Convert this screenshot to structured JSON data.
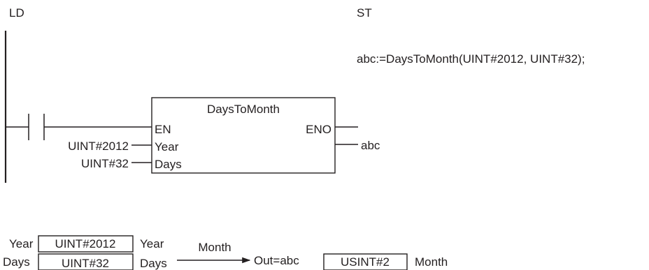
{
  "labels": {
    "ld": "LD",
    "st": "ST"
  },
  "st_code": "abc:=DaysToMonth(UINT#2012, UINT#32);",
  "function_block": {
    "name": "DaysToMonth",
    "en": "EN",
    "eno": "ENO",
    "inputs": [
      {
        "pin": "Year",
        "arg": "UINT#2012"
      },
      {
        "pin": "Days",
        "arg": "UINT#32"
      }
    ],
    "output": "abc"
  },
  "example": {
    "year_label": "Year",
    "year_value": "UINT#2012",
    "year_pin": "Year",
    "days_label": "Days",
    "days_value": "UINT#32",
    "days_pin": "Days",
    "arrow_label": "Month",
    "out_label": "Out=abc",
    "result_value": "USINT#2",
    "result_label": "Month"
  },
  "colors": {
    "ink": "#231f20",
    "background": "#ffffff"
  }
}
